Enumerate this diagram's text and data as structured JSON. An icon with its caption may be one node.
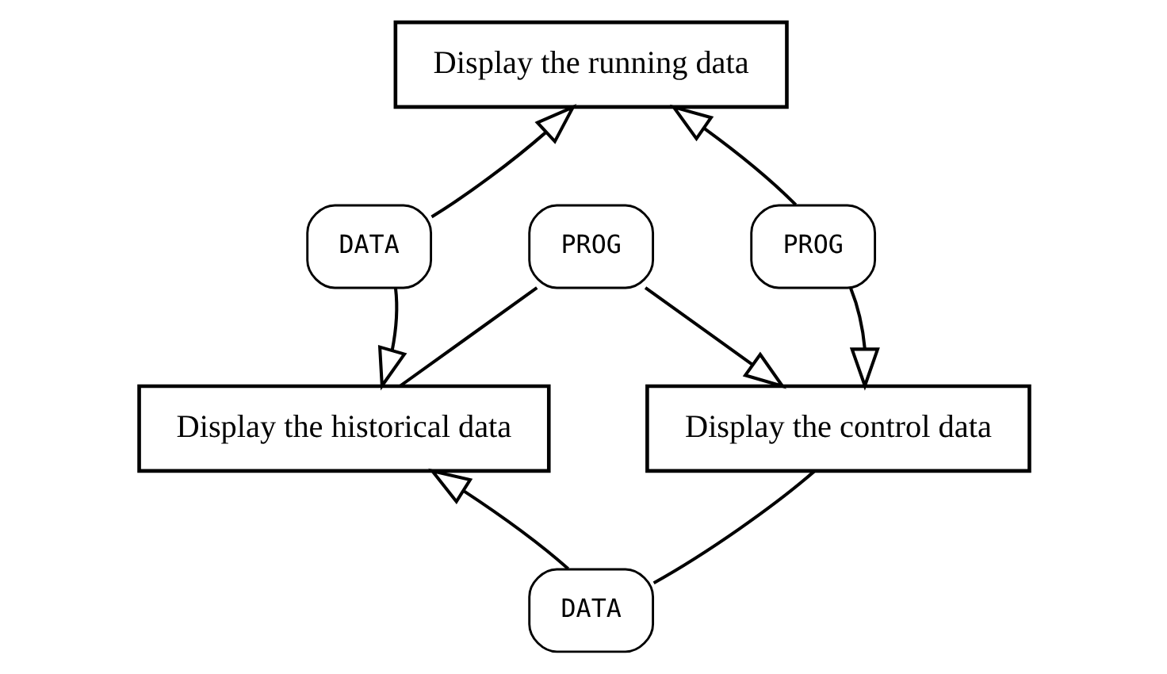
{
  "diagram": {
    "nodes": [
      {
        "text": [
          "Display the running data"
        ]
      },
      {
        "text": [
          "DATA"
        ]
      },
      {
        "text": [
          "PROG"
        ]
      },
      {
        "text": [
          "Display the historical data"
        ]
      },
      {
        "text": [
          "PROG"
        ]
      },
      {
        "text": [
          "DATA"
        ]
      },
      {
        "text": [
          "Display the control data"
        ]
      }
    ],
    "edges": [
      {
        "from": 1,
        "to": 0,
        "arrow": "to"
      },
      {
        "from": 1,
        "to": 3,
        "arrow": "to"
      },
      {
        "from": 2,
        "to": 0,
        "arrow": "to"
      },
      {
        "from": 2,
        "to": 6,
        "arrow": "to"
      },
      {
        "from": 3,
        "to": 4,
        "arrow": "none"
      },
      {
        "from": 4,
        "to": 6,
        "arrow": "to"
      },
      {
        "from": 6,
        "to": 5,
        "arrow": "none"
      },
      {
        "from": 5,
        "to": 3,
        "arrow": "to"
      }
    ]
  }
}
